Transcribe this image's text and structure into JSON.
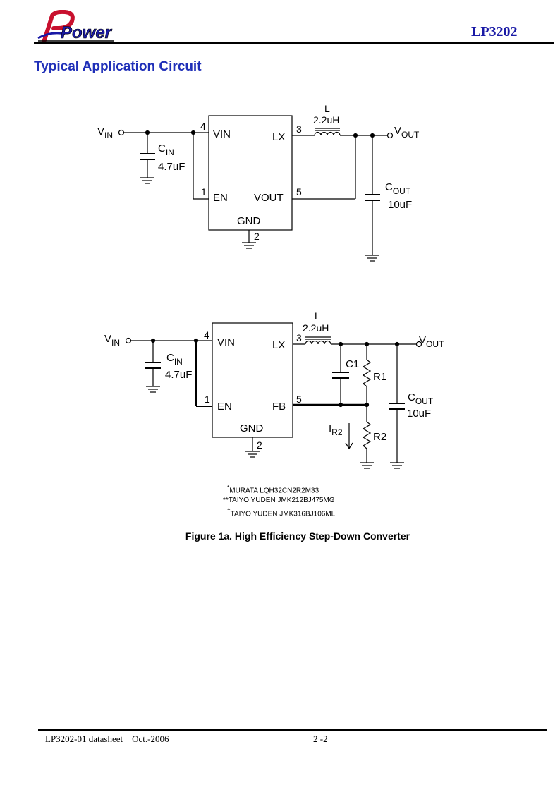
{
  "header": {
    "logo_text": "Power",
    "part_number": "LP3202"
  },
  "section_title": "Typical Application Circuit",
  "circuit_a": {
    "vin": "V",
    "vin_sub": "IN",
    "vout": "V",
    "vout_sub": "OUT",
    "inductor_name": "L",
    "inductor_value": "2.2uH",
    "cin_name": "C",
    "cin_sub": "IN",
    "cin_value": "4.7uF",
    "cout_name": "C",
    "cout_sub": "OUT",
    "cout_value": "10uF",
    "pin_vin": "VIN",
    "pin_lx": "LX",
    "pin_en": "EN",
    "pin_vout": "VOUT",
    "pin_gnd": "GND",
    "pin_num_vin": "4",
    "pin_num_lx": "3",
    "pin_num_en": "1",
    "pin_num_vout": "5",
    "pin_num_gnd": "2"
  },
  "circuit_b": {
    "vin": "V",
    "vin_sub": "IN",
    "vout": "V",
    "vout_sub": "OUT",
    "inductor_name": "L",
    "inductor_value": "2.2uH",
    "cin_name": "C",
    "cin_sub": "IN",
    "cin_value": "4.7uF",
    "cout_name": "C",
    "cout_sub": "OUT",
    "cout_value": "10uF",
    "c1": "C1",
    "r1": "R1",
    "r2": "R2",
    "ir2": "I",
    "ir2_sub": "R2",
    "pin_vin": "VIN",
    "pin_lx": "LX",
    "pin_en": "EN",
    "pin_fb": "FB",
    "pin_gnd": "GND",
    "pin_num_vin": "4",
    "pin_num_lx": "3",
    "pin_num_en": "1",
    "pin_num_fb": "5",
    "pin_num_gnd": "2"
  },
  "notes": [
    {
      "mark": "*",
      "text": "MURATA LQH32CN2R2M33"
    },
    {
      "mark": "**",
      "text": "TAIYO YUDEN JMK212BJ475MG"
    },
    {
      "mark": "†",
      "text": "TAIYO YUDEN JMK316BJ106ML"
    }
  ],
  "figure_caption": "Figure 1a. High Efficiency Step-Down Converter",
  "footer": {
    "doc": "LP3202-01 datasheet    Oct.-2006",
    "page": "2 -2"
  }
}
